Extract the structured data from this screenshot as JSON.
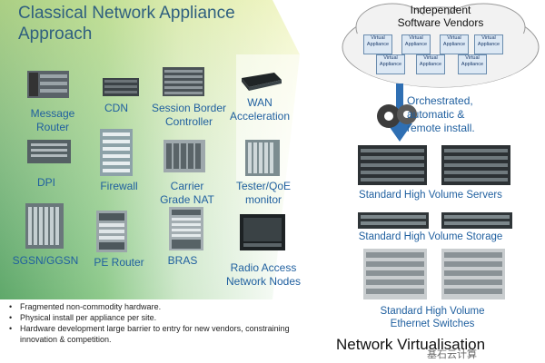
{
  "title": {
    "line1": "Classical Network Appliance",
    "line2": "Approach"
  },
  "appliances": [
    {
      "label": "Message\nRouter",
      "icon": "message-router-icon"
    },
    {
      "label": "CDN",
      "icon": "cdn-icon"
    },
    {
      "label": "Session Border\nController",
      "icon": "session-border-controller-icon"
    },
    {
      "label": "WAN\nAcceleration",
      "icon": "wan-acceleration-icon"
    },
    {
      "label": "DPI",
      "icon": "dpi-icon"
    },
    {
      "label": "Firewall",
      "icon": "firewall-icon"
    },
    {
      "label": "Carrier\nGrade NAT",
      "icon": "carrier-grade-nat-icon"
    },
    {
      "label": "Tester/QoE\nmonitor",
      "icon": "tester-qoe-monitor-icon"
    },
    {
      "label": "SGSN/GGSN",
      "icon": "sgsn-ggsn-icon"
    },
    {
      "label": "PE Router",
      "icon": "pe-router-icon"
    },
    {
      "label": "BRAS",
      "icon": "bras-icon"
    },
    {
      "label": "Radio Access\nNetwork Nodes",
      "icon": "radio-access-icon"
    }
  ],
  "bullets": [
    "Fragmented non-commodity hardware.",
    "Physical install per appliance per site.",
    "Hardware development large barrier to entry for new vendors, constraining innovation & competition."
  ],
  "cloud": {
    "title": "Independent\nSoftware Vendors",
    "va_label": "Virtual\nAppliance"
  },
  "orchestrated": "Orchestrated,\nautomatic &\nremote install.",
  "standard": {
    "servers": "Standard High Volume Servers",
    "storage": "Standard High Volume Storage",
    "switches": "Standard High Volume\nEthernet Switches"
  },
  "network_virtualisation": "Network Virtualisation",
  "watermark": "基石云计算"
}
